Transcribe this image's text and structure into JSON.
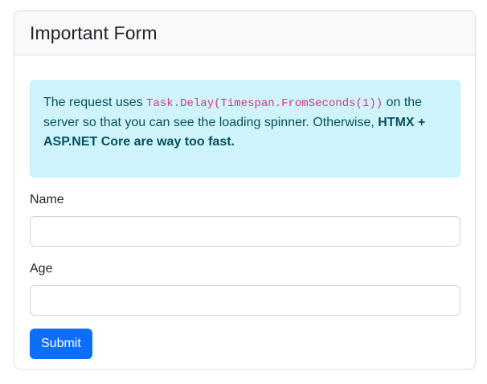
{
  "card": {
    "header": {
      "title": "Important Form"
    },
    "alert": {
      "background": "#cff4fc",
      "border_color": "#b6effb",
      "text_color": "#055160",
      "code_color": "#d63384",
      "segments": [
        {
          "style": "normal",
          "text": "The request uses "
        },
        {
          "style": "code",
          "text": "Task.Delay(Timespan.FromSeconds(1))"
        },
        {
          "style": "normal",
          "text": " on the server so that you can see the loading spinner. Otherwise, "
        },
        {
          "style": "bold",
          "text": "HTMX + ASP.NET Core are way too fast."
        }
      ]
    },
    "form": {
      "fields": [
        {
          "label": "Name",
          "value": "",
          "type": "text"
        },
        {
          "label": "Age",
          "value": "",
          "type": "text"
        }
      ],
      "submit_label": "Submit"
    }
  },
  "colors": {
    "primary": "#0d6efd",
    "card_header_bg": "#f8f9fa",
    "card_border": "#dadde0",
    "input_border": "#ced4da"
  }
}
